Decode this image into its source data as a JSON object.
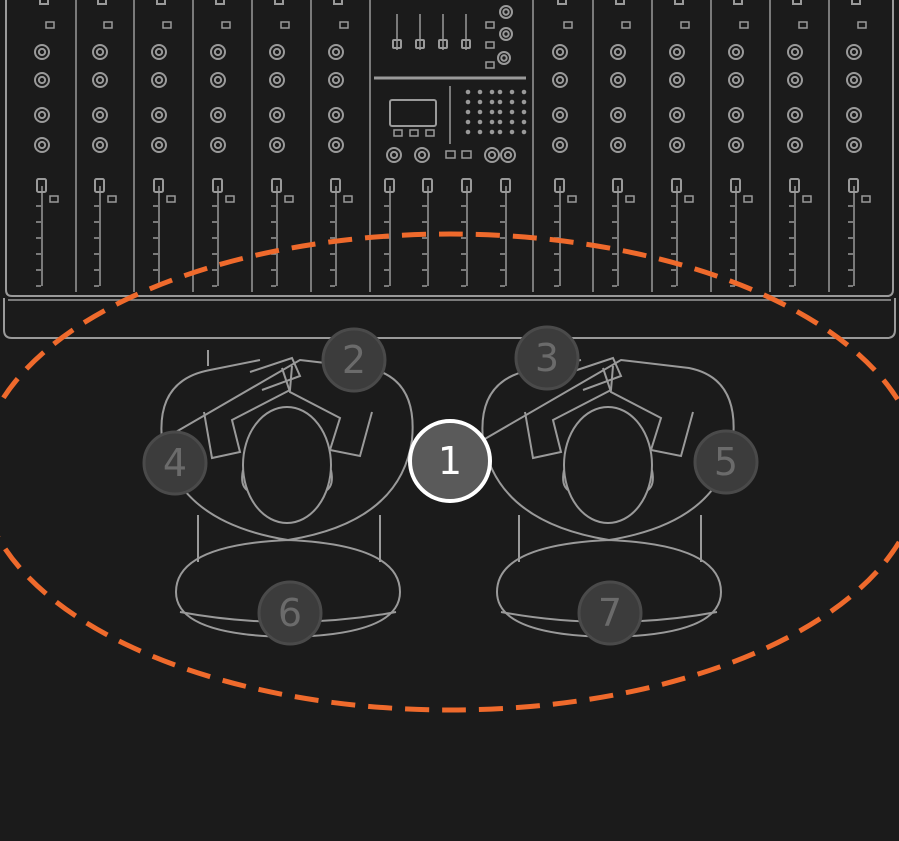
{
  "colors": {
    "background": "#1b1b1b",
    "outline": "#9a9a9a",
    "accent_zone": "#ef6a2c",
    "pin_inactive_fill": "#3c3c3c",
    "pin_inactive_stroke": "#4a4a4a",
    "pin_inactive_text": "#6b6b6b",
    "pin_active_fill": "#5a5a5a",
    "pin_active_stroke": "#ffffff",
    "pin_active_text": "#ffffff"
  },
  "icons": {
    "console": "mixing-console-icon",
    "listening_zone": "sweet-spot-zone-icon",
    "left_engineer": "seated-person-left-icon",
    "right_engineer": "seated-person-right-icon"
  },
  "hotspots": [
    {
      "label": "1",
      "target": "sweet-spot",
      "active": true
    },
    {
      "label": "2",
      "target": "left-engineer-hands",
      "active": false
    },
    {
      "label": "3",
      "target": "right-engineer-hands",
      "active": false
    },
    {
      "label": "4",
      "target": "left-engineer-shoulder",
      "active": false
    },
    {
      "label": "5",
      "target": "right-engineer-shoulder",
      "active": false
    },
    {
      "label": "6",
      "target": "left-chair",
      "active": false
    },
    {
      "label": "7",
      "target": "right-chair",
      "active": false
    }
  ]
}
